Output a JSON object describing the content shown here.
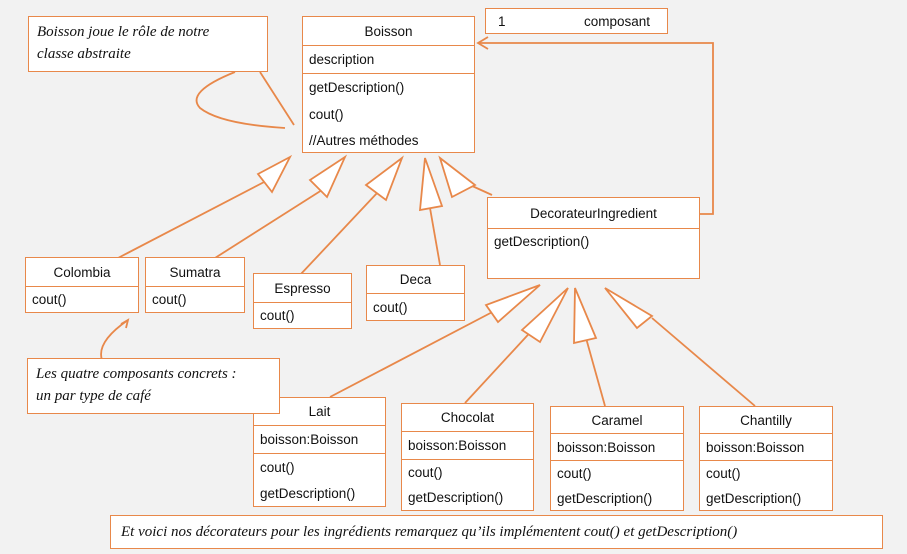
{
  "boisson": {
    "name": "Boisson",
    "attribute": "description",
    "methods": [
      "getDescription()",
      "cout()",
      "//Autres méthodes"
    ]
  },
  "association": {
    "multiplicity": "1",
    "role": "composant"
  },
  "decorator": {
    "name": "DecorateurIngredient",
    "method": "getDescription()"
  },
  "concrete": [
    {
      "name": "Colombia",
      "method": "cout()"
    },
    {
      "name": "Sumatra",
      "method": "cout()"
    },
    {
      "name": "Espresso",
      "method": "cout()"
    },
    {
      "name": "Deca",
      "method": "cout()"
    }
  ],
  "ingredients": [
    {
      "name": "Lait",
      "attr": "boisson:Boisson",
      "m1": "cout()",
      "m2": "getDescription()"
    },
    {
      "name": "Chocolat",
      "attr": "boisson:Boisson",
      "m1": "cout()",
      "m2": "getDescription()"
    },
    {
      "name": "Caramel",
      "attr": "boisson:Boisson",
      "m1": "cout()",
      "m2": "getDescription()"
    },
    {
      "name": "Chantilly",
      "attr": "boisson:Boisson",
      "m1": "cout()",
      "m2": "getDescription()"
    }
  ],
  "notes": {
    "abstract": [
      "Boisson joue le rôle de notre",
      "classe abstraite"
    ],
    "components": [
      "Les quatre composants concrets :",
      "un par type de café"
    ],
    "decorators": "Et voici nos décorateurs pour les ingrédients remarquez qu’ils implémentent cout() et getDescription()"
  },
  "colors": {
    "line": "#e8884a",
    "background": "#f2f2f2"
  }
}
